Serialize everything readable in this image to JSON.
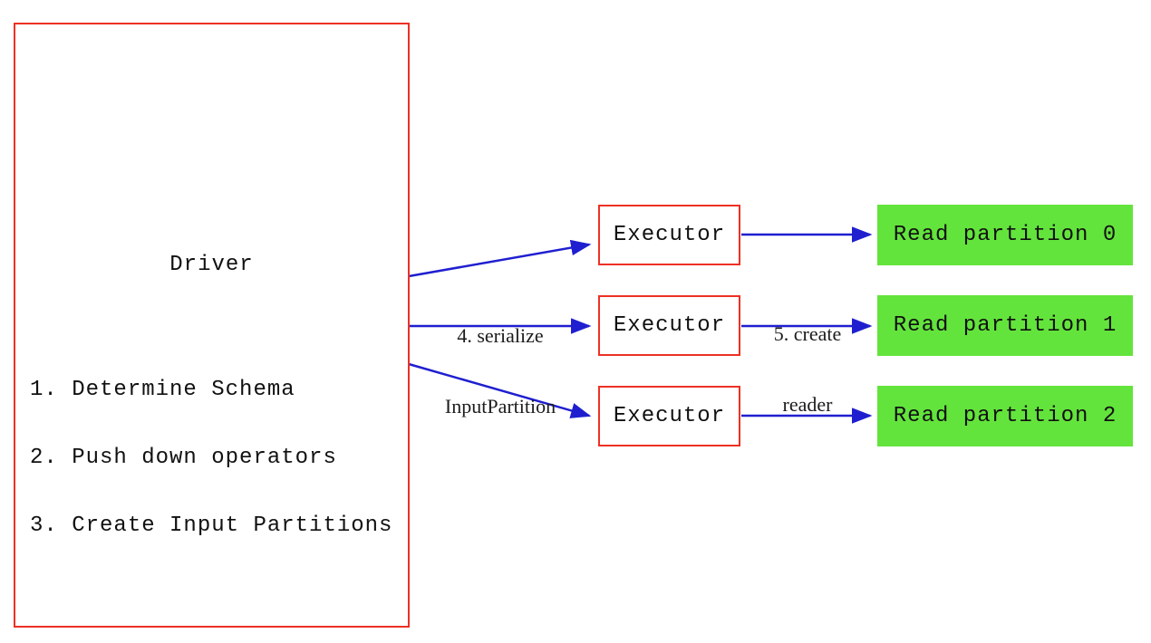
{
  "diagram": {
    "driver": {
      "title": "Driver",
      "steps": [
        "1. Determine Schema",
        "2. Push down operators",
        "3. Create Input Partitions"
      ]
    },
    "executors": [
      {
        "label": "Executor"
      },
      {
        "label": "Executor"
      },
      {
        "label": "Executor"
      }
    ],
    "partitions": [
      {
        "label": "Read partition 0"
      },
      {
        "label": "Read partition 1"
      },
      {
        "label": "Read partition 2"
      }
    ],
    "arrow_labels": {
      "serialize": {
        "line1": "4. serialize",
        "line2": "InputPartition"
      },
      "create_reader": {
        "line1": "5. create",
        "line2": "reader"
      }
    },
    "colors": {
      "box_border_red": "#ed3124",
      "arrow_blue": "#1f1fd0",
      "partition_green": "#63e43c",
      "text_black": "#111111"
    }
  }
}
